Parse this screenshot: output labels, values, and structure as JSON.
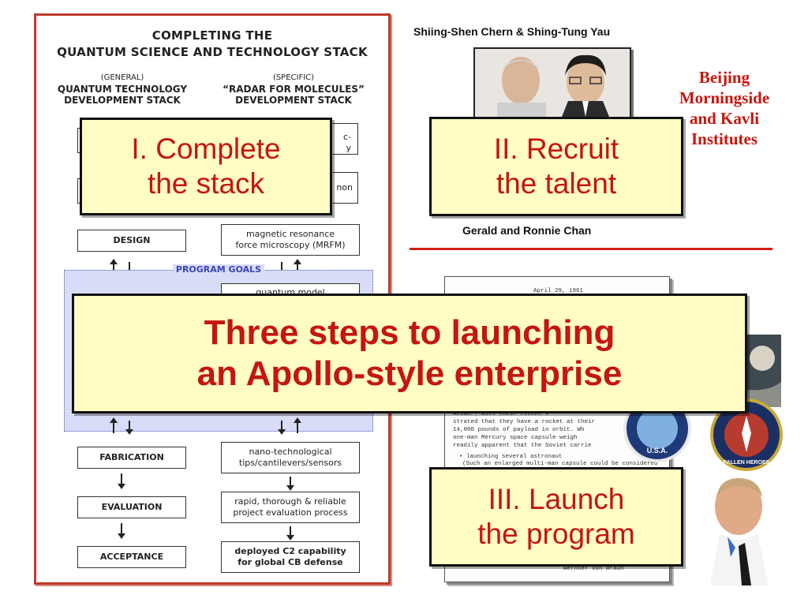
{
  "diagram": {
    "title_line1": "COMPLETING THE",
    "title_line2": "QUANTUM SCIENCE AND TECHNOLOGY STACK",
    "left_column": {
      "small": "(GENERAL)",
      "line1": "QUANTUM TECHNOLOGY",
      "line2": "DEVELOPMENT STACK"
    },
    "right_column": {
      "small": "(SPECIFIC)",
      "line1": "“RADAR FOR MOLECULES”",
      "line2": "DEVELOPMENT STACK"
    },
    "peek_text_1a": "c-",
    "peek_text_1b": "y",
    "peek_text_2": "non",
    "design": "DESIGN",
    "mrfm_line1": "magnetic resonance",
    "mrfm_line2": "force microscopy (MRFM)",
    "program_goals": "PROGRAM GOALS",
    "quantum_model": "quantum model",
    "fabrication": "FABRICATION",
    "nano_line1": "nano-technological",
    "nano_line2": "tips/cantilevers/sensors",
    "evaluation": "EVALUATION",
    "eval_line1": "rapid, thorough & reliable",
    "eval_line2": "project evaluation process",
    "acceptance": "ACCEPTANCE",
    "accept_line1": "deployed C2 capability",
    "accept_line2": "for global CB defense"
  },
  "callouts": {
    "step1_line1": "I. Complete",
    "step1_line2": "the stack",
    "step2_line1": "II. Recruit",
    "step2_line2": "the talent",
    "step3_line1": "III. Launch",
    "step3_line2": "the program",
    "main_line1": "Three steps to launching",
    "main_line2": "an Apollo-style enterprise"
  },
  "captions": {
    "top_photo": "Shiing-Shen Chern & Shing-Tung Yau",
    "bottom_photo": "Gerald and Ronnie Chan"
  },
  "beijing": {
    "line1": "Beijing",
    "line2": "Morningside",
    "line3": "and Kavli",
    "line4": "Institutes"
  },
  "memo": {
    "date": "April 29, 1961",
    "line_a": "strated that they have a rocket at their",
    "line_b": "14,000 pounds of payload in orbit.  Wh",
    "line_c": "one-man Mercury space capsule weigh",
    "line_d": "readily apparent that the Soviet carrie",
    "answer": "Answer:     With their recent V",
    "bullet": "• launching several astronaut",
    "bullet2": "(Such an enlarged multi-man capsule could be considered",
    "signature": "Wernher von Braun"
  },
  "badges": {
    "usa_text": "U.S.A.",
    "fallen_text": "FALLEN HEROES"
  },
  "colors": {
    "callout_bg": "#fffcc4",
    "callout_text": "#c4160f",
    "accent_red": "#d11f14",
    "goals_bg": "#d9dcf7"
  }
}
